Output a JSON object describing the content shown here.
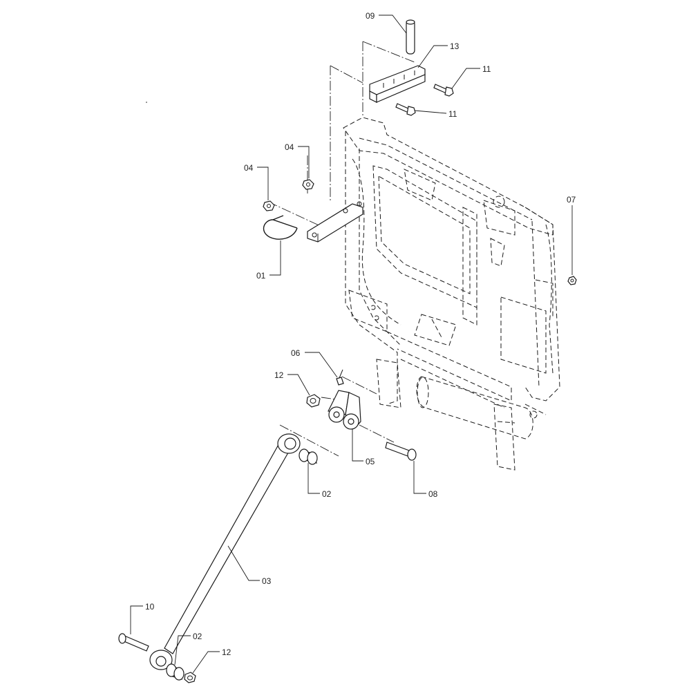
{
  "callouts": [
    {
      "id": "c09",
      "label": "09"
    },
    {
      "id": "c13",
      "label": "13"
    },
    {
      "id": "c11a",
      "label": "11"
    },
    {
      "id": "c11b",
      "label": "11"
    },
    {
      "id": "c04a",
      "label": "04"
    },
    {
      "id": "c04b",
      "label": "04"
    },
    {
      "id": "c07",
      "label": "07"
    },
    {
      "id": "c01",
      "label": "01"
    },
    {
      "id": "c06",
      "label": "06"
    },
    {
      "id": "c12a",
      "label": "12"
    },
    {
      "id": "c05",
      "label": "05"
    },
    {
      "id": "c02a",
      "label": "02"
    },
    {
      "id": "c08",
      "label": "08"
    },
    {
      "id": "c03",
      "label": "03"
    },
    {
      "id": "c10",
      "label": "10"
    },
    {
      "id": "c02b",
      "label": "02"
    },
    {
      "id": "c12b",
      "label": "12"
    }
  ]
}
